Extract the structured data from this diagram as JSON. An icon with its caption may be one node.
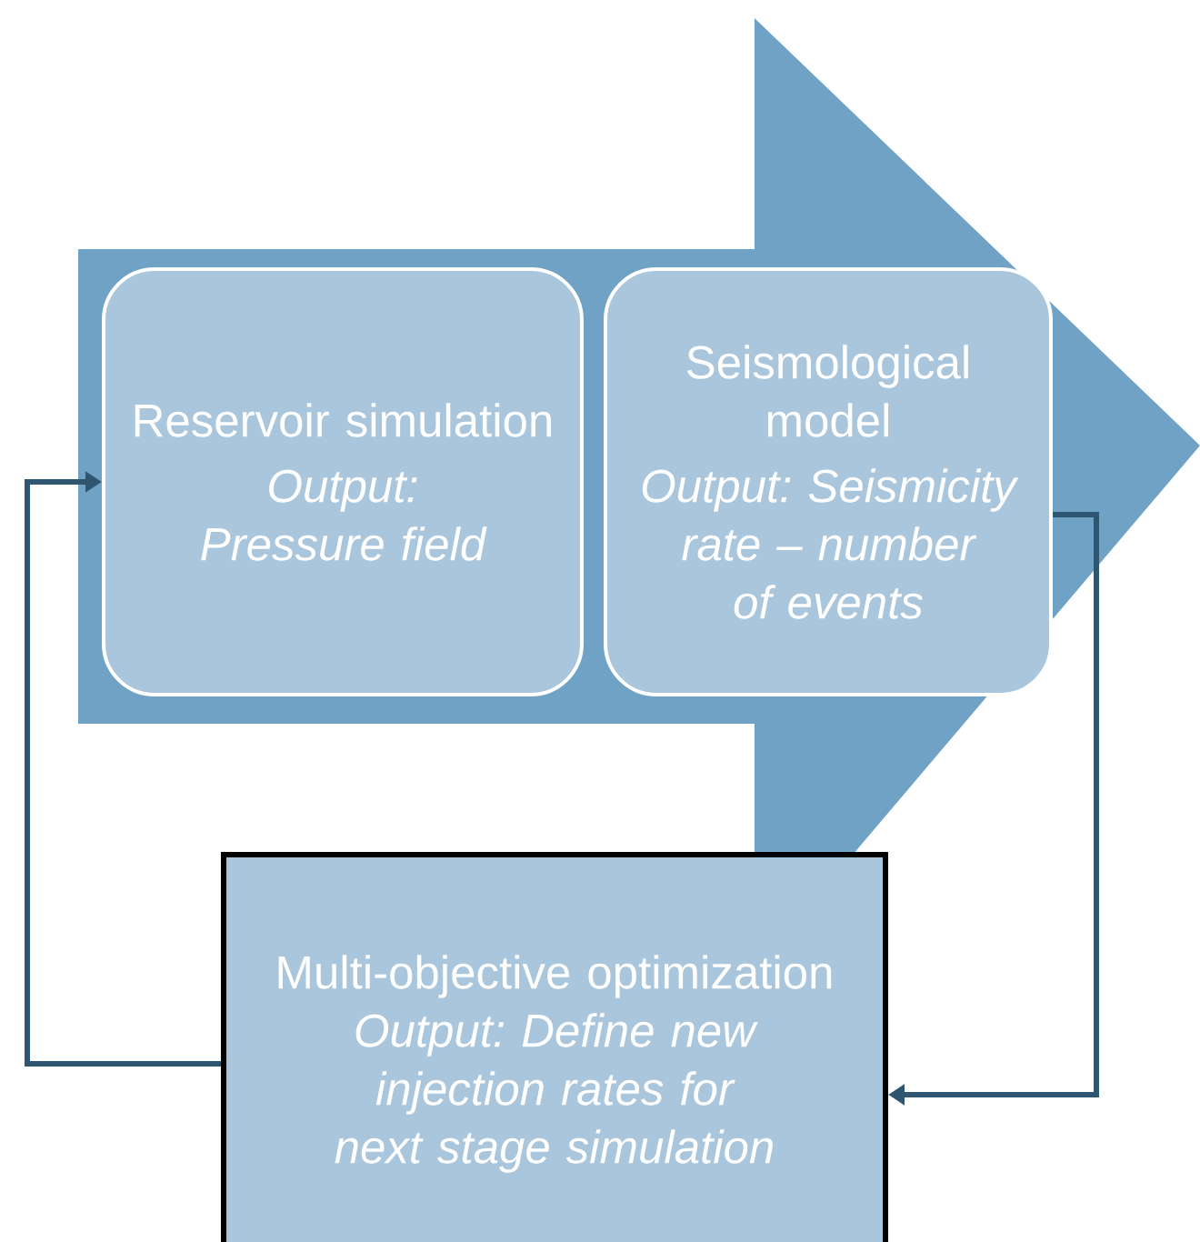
{
  "diagram": {
    "nodes": [
      {
        "text": [],
        "shape": "arrow"
      },
      {
        "text": [
          "Reservoir simulation",
          "Output: Pressure field"
        ],
        "in": 0
      },
      {
        "text": [
          "Seismological model",
          "Output: Seismicity rate – number of events"
        ],
        "in": 0
      },
      {
        "text": [
          "Multi-objective optimization",
          "Output: Define new injection rates for next stage simulation"
        ]
      }
    ],
    "edges": [
      {
        "from": 2,
        "to": 3,
        "arrow": "to"
      },
      {
        "from": 3,
        "to": 1,
        "arrow": "to"
      }
    ]
  }
}
